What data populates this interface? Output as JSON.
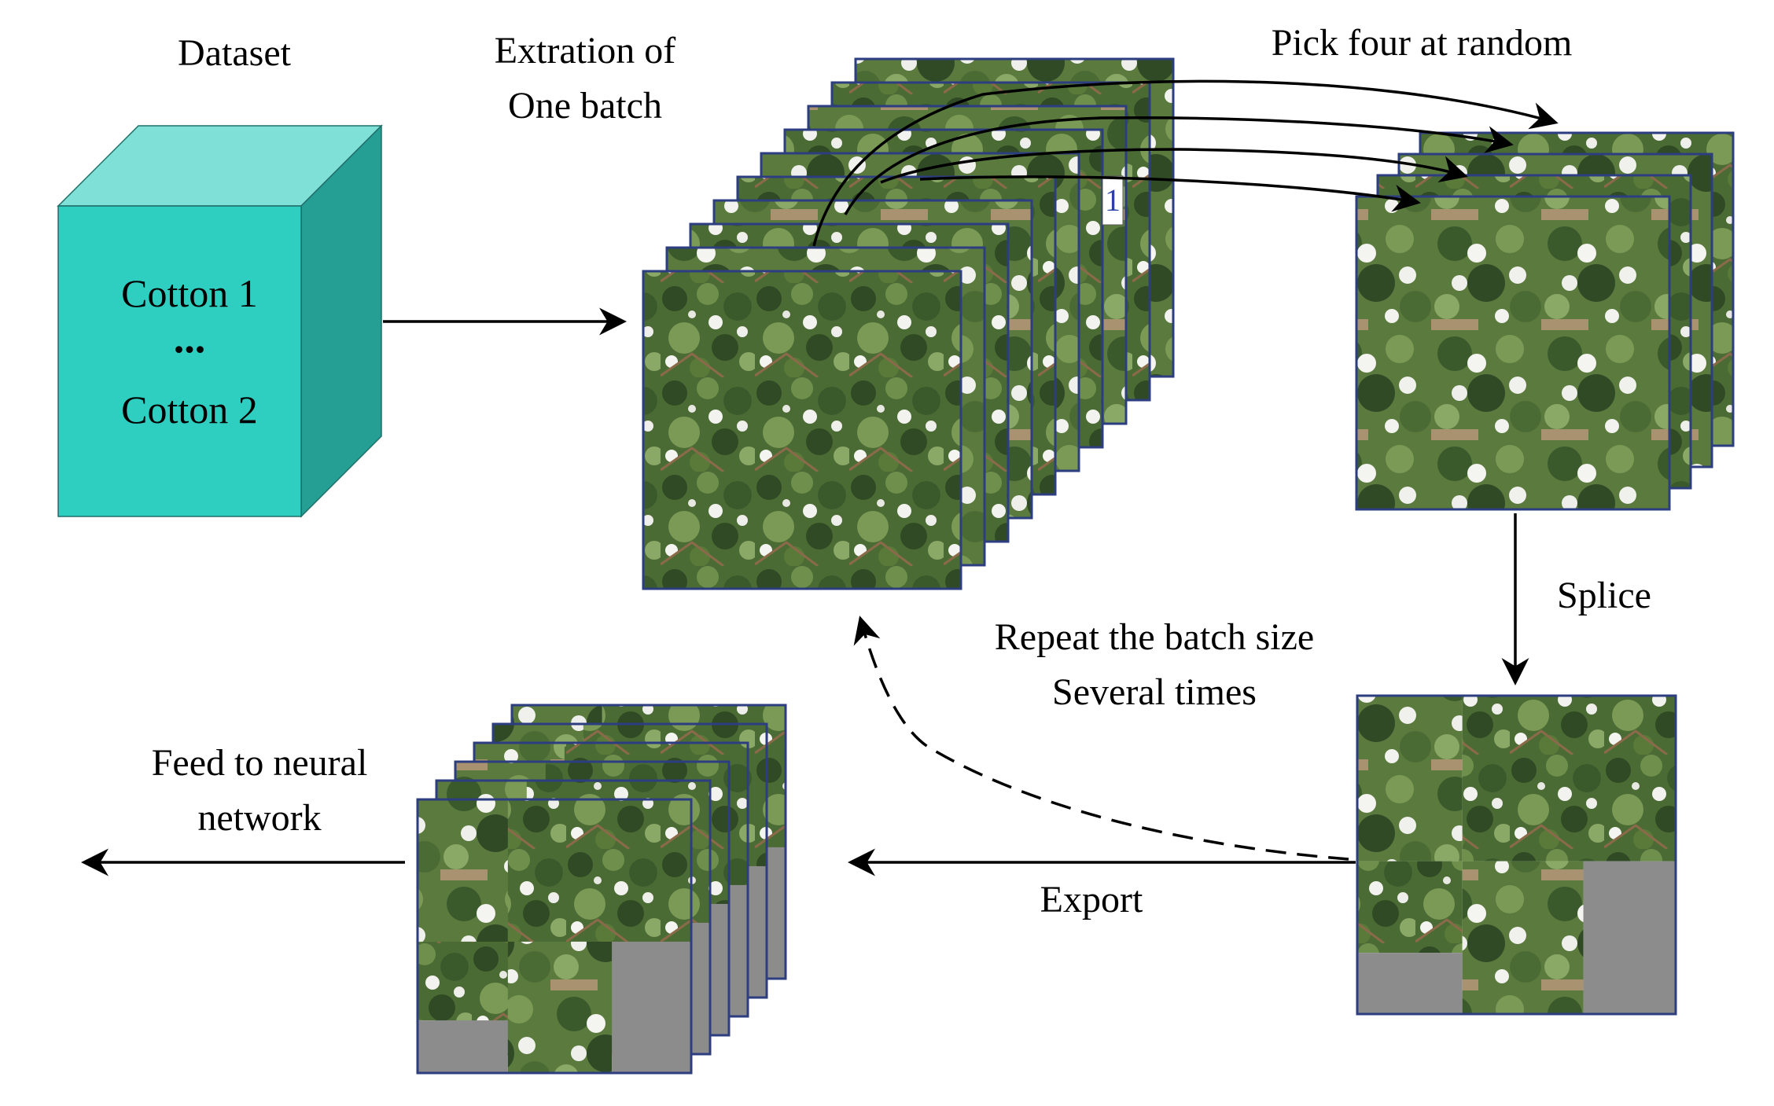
{
  "labels": {
    "dataset": "Dataset",
    "extraction_line1": "Extration of",
    "extraction_line2": "One batch",
    "pick": "Pick four at random",
    "splice": "Splice",
    "repeat_line1": "Repeat the batch size",
    "repeat_line2": "Several times",
    "export": "Export",
    "feed_line1": "Feed to neural",
    "feed_line2": "network"
  },
  "cube": {
    "item1": "Cotton 1",
    "ellipsis": "...",
    "item2": "Cotton 2"
  },
  "photo_tag": "1",
  "colors": {
    "cube_front": "#2ecfc0",
    "cube_top": "#7ee0d6",
    "cube_side": "#259e94",
    "frame_border": "#2c3e80",
    "foliage_dark": "#2f4a24",
    "foliage_mid": "#5a7a3a",
    "foliage_light": "#8aa866",
    "soil": "#a89270",
    "cotton_white": "#f2f2ee",
    "sky": "#c9d8e8",
    "pad_gray": "#8c8c8c"
  }
}
